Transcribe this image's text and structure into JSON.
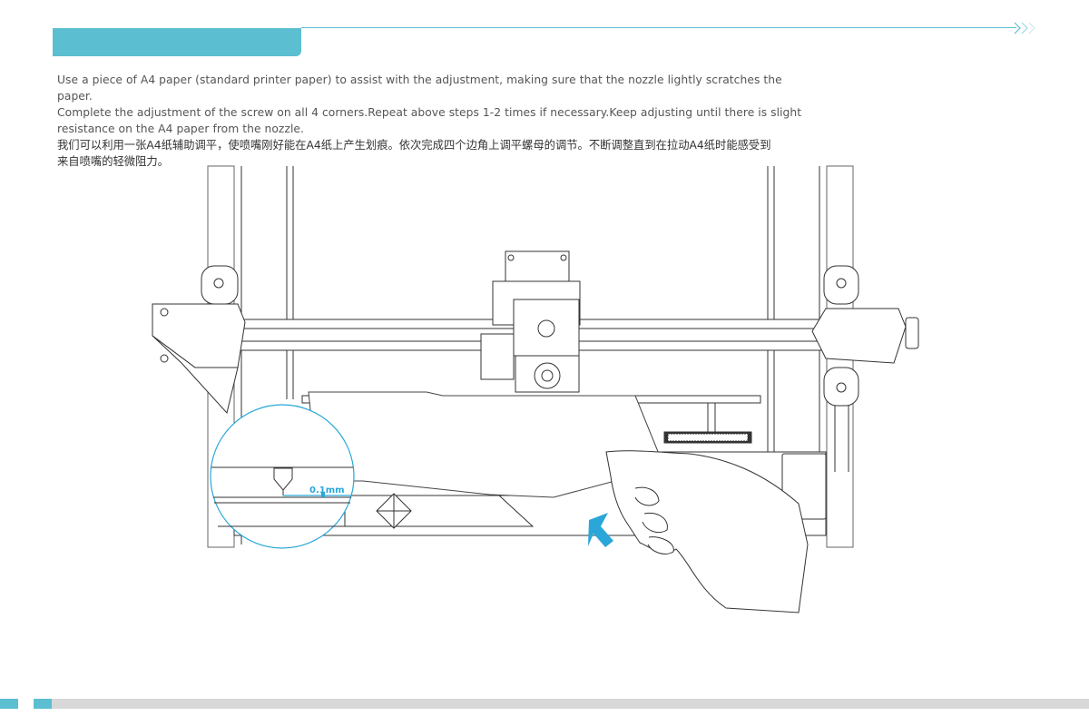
{
  "instructions": {
    "english_line1": "Use a piece of A4 paper (standard printer paper) to assist with the adjustment, making sure that the nozzle lightly scratches the paper.",
    "english_line2": "Complete the adjustment of the screw on all 4 corners.Repeat above steps 1-2 times if necessary.Keep adjusting until there is slight",
    "english_line3": "resistance on the A4 paper from the nozzle.",
    "chinese_line1": "我们可以利用一张A4纸辅助调平，使喷嘴刚好能在A4纸上产生划痕。依次完成四个边角上调平螺母的调节。不断调整直到在拉动A4纸时能感受到",
    "chinese_line2": "来自喷嘴的轻微阻力。"
  },
  "illustration": {
    "gap_label": "0.1mm",
    "accent_color": "#2aa7d8",
    "line_color": "#333333"
  },
  "theme": {
    "brand_color": "#5bbfd1",
    "footer_bar_color": "#d8d8d8"
  }
}
